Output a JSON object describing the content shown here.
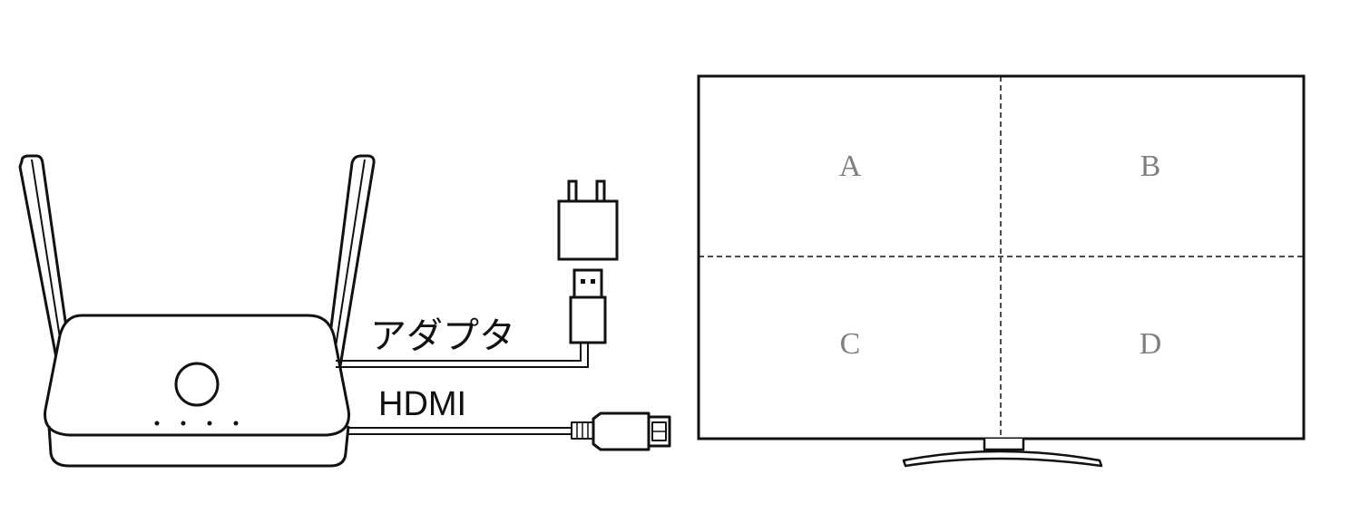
{
  "labels": {
    "adapter": "アダプタ",
    "hdmi": "HDMI"
  },
  "screen": {
    "quadrants": [
      {
        "id": "top-left",
        "label": "A"
      },
      {
        "id": "top-right",
        "label": "B"
      },
      {
        "id": "bottom-left",
        "label": "C"
      },
      {
        "id": "bottom-right",
        "label": "D"
      }
    ]
  },
  "colors": {
    "stroke": "#111111",
    "quadrant_text": "#808080"
  }
}
